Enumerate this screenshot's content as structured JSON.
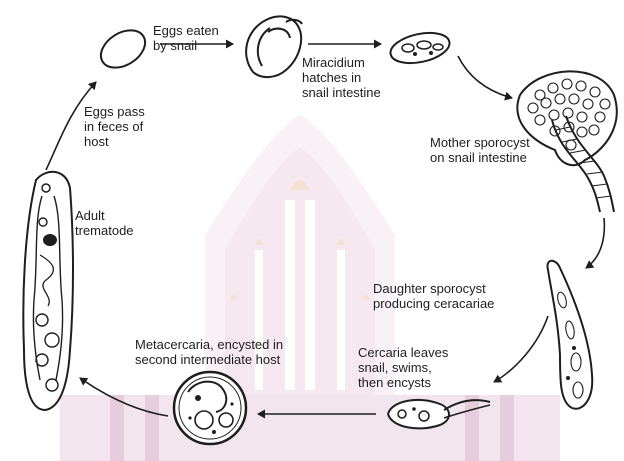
{
  "stages": {
    "eggs_eaten": [
      "Eggs eaten",
      "by snail"
    ],
    "miracidium": [
      "Miracidium",
      "hatches in",
      "snail intestine"
    ],
    "mother_sporocyst": [
      "Mother sporocyst",
      "on snail intestine"
    ],
    "daughter_sporocyst": [
      "Daughter sporocyst",
      "producing ceracariae"
    ],
    "cercaria": [
      "Cercaria leaves",
      "snail, swims,",
      "then encysts"
    ],
    "metacercaria": [
      "Metacercaria, encysted in",
      "second intermediate host"
    ],
    "adult": [
      "Adult",
      "trematode"
    ],
    "eggs_pass": [
      "Eggs pass",
      "in feces of",
      "host"
    ]
  },
  "colors": {
    "ink": "#1e1e1e",
    "watermark": "#8e3a7a",
    "watermark_light": "#f2dcea",
    "watermark_accent": "#e9c5a0"
  }
}
